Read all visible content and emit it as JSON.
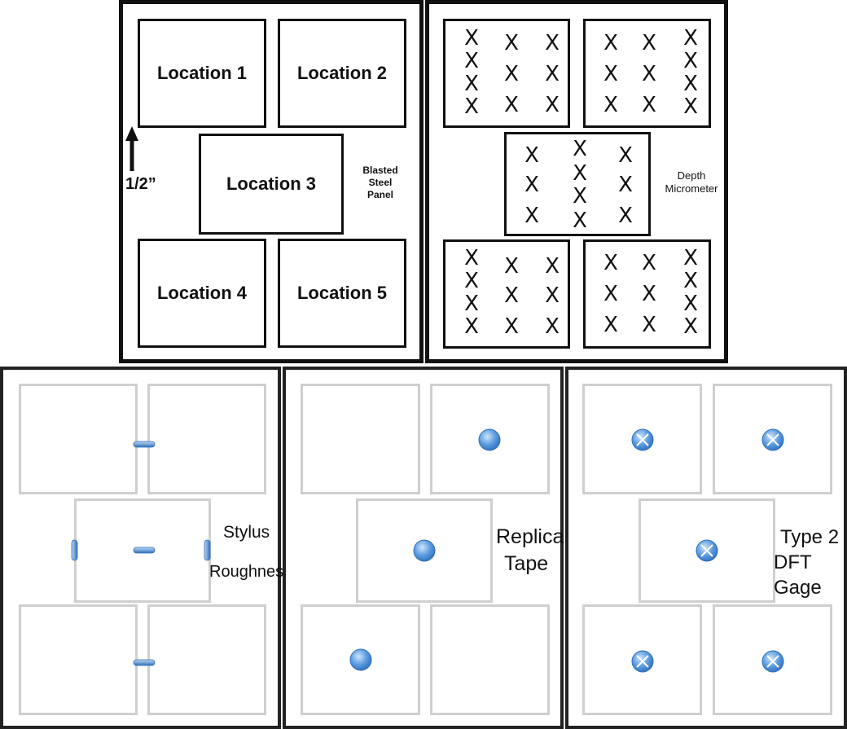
{
  "panel_a": {
    "locations": [
      "Location 1",
      "Location 2",
      "Location 3",
      "Location 4",
      "Location 5"
    ],
    "dimension_label": "1/2”",
    "panel_label_line1": "Blasted",
    "panel_label_line2": "Steel",
    "panel_label_line3": "Panel",
    "arrow_icon": "arrow-up-icon"
  },
  "panel_b": {
    "label_line1": "Depth",
    "label_line2": "Micrometer",
    "mark_glyph": "X"
  },
  "panel_c": {
    "label_line1": "Stylus",
    "label_line2": "Roughness",
    "marker_icon": "stylus-trace-icon"
  },
  "panel_d": {
    "label_line1": "Replica",
    "label_line2": "Tape",
    "marker_icon": "replica-tape-dot-icon"
  },
  "panel_e": {
    "label_line1": "Type 2",
    "label_line2": "DFT Gage",
    "marker_icon": "gage-probe-icon"
  },
  "colors": {
    "marker_light": "#a9cdf2",
    "marker_dark": "#2f6fba",
    "outline_black": "#111111",
    "outline_gray": "#cfcfcf"
  }
}
